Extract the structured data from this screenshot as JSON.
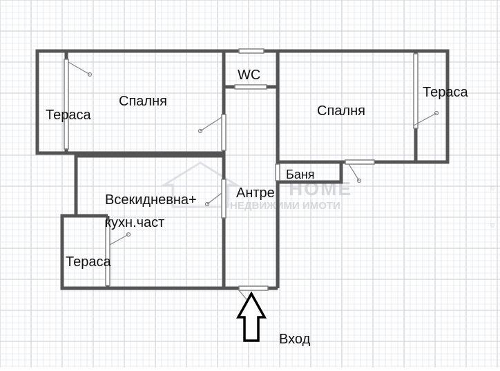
{
  "plan": {
    "rooms": {
      "terrace_left_top": "Тераса",
      "bedroom_left": "Спалня",
      "wc": "WC",
      "bedroom_right": "Спалня",
      "terrace_right": "Тераса",
      "living_line1": "Всекидневна+",
      "living_line2": "кухн.част",
      "hall": "Антре",
      "bathroom": "Баня",
      "terrace_left_bottom": "Тераса",
      "entrance": "Вход"
    },
    "watermark": {
      "brand": "HOME",
      "tagline": "НЕДВИЖИМИ ИМОТИ",
      "edge_mark": "©"
    },
    "colors": {
      "wall": "#545454",
      "grid_minor": "#e3e6ec",
      "grid_major": "#cfd3db",
      "door": "#808080",
      "window_fill": "#ffffff",
      "arrow": "#000000"
    }
  }
}
